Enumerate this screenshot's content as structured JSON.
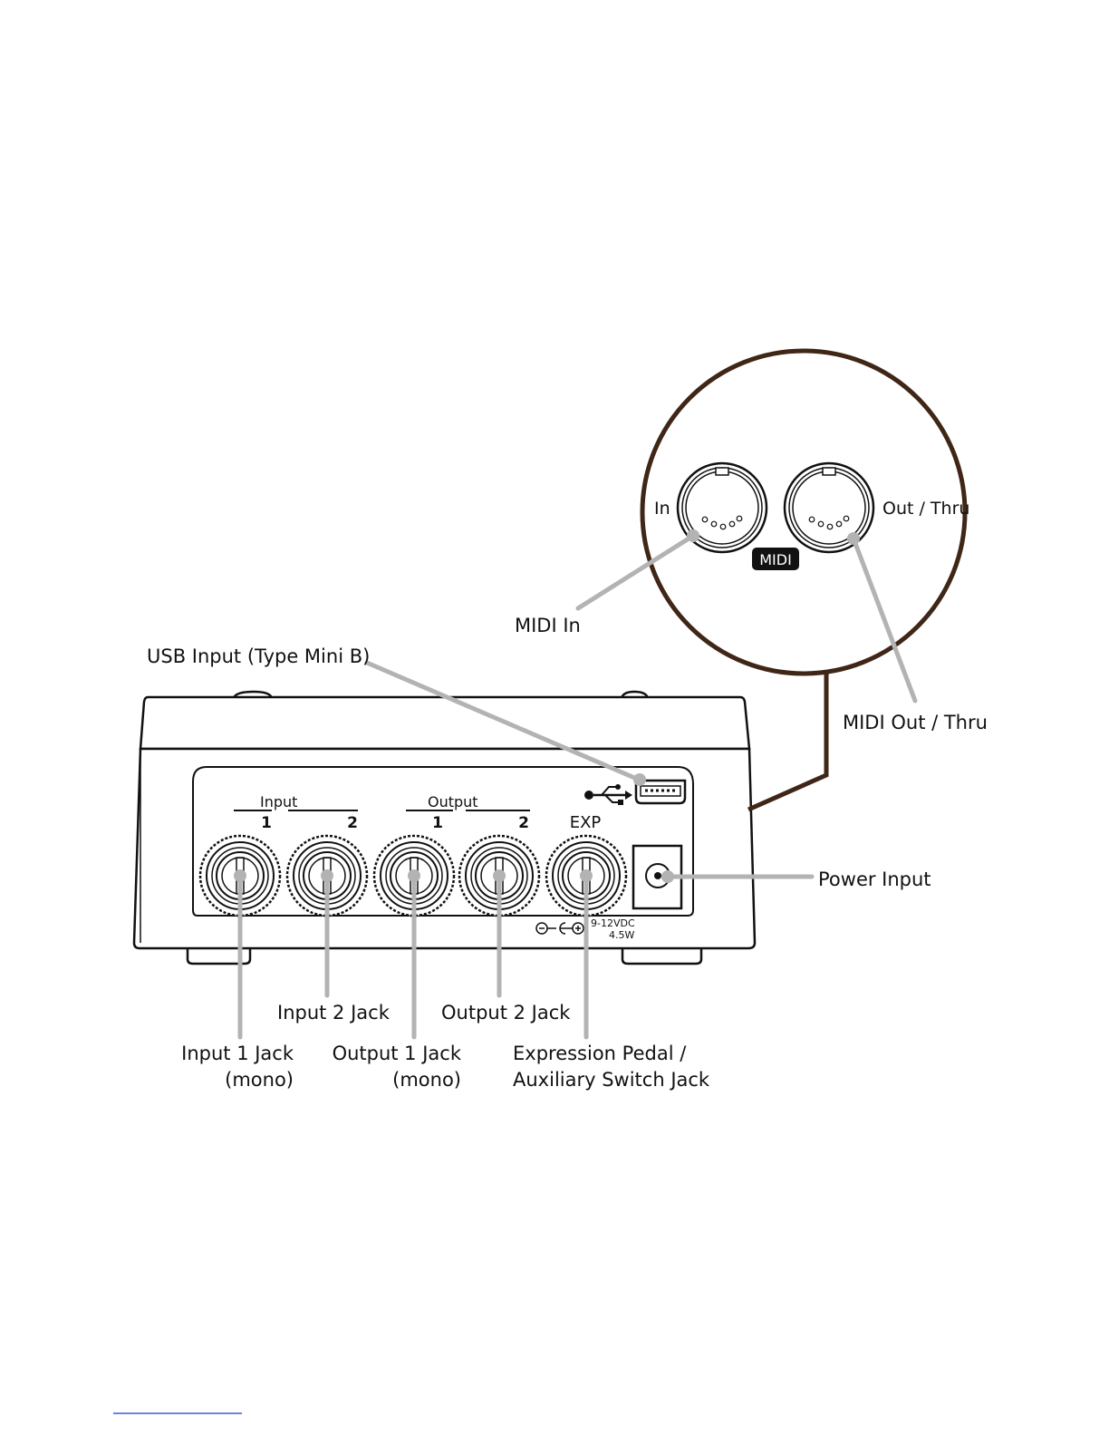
{
  "panel": {
    "input_header": "Input",
    "output_header": "Output",
    "ch1": "1",
    "ch2": "2",
    "exp": "EXP",
    "power_spec_line1": "9-12VDC",
    "power_spec_line2": "4.5W"
  },
  "midi_inset": {
    "in_label": "In",
    "out_label": "Out / Thru",
    "badge": "MIDI"
  },
  "callouts": {
    "midi_in": "MIDI In",
    "midi_out": "MIDI Out / Thru",
    "usb": "USB Input (Type Mini B)",
    "power": "Power Input",
    "input1_line1": "Input 1 Jack",
    "input1_line2": "(mono)",
    "input2": "Input 2 Jack",
    "output1_line1": "Output 1 Jack",
    "output1_line2": "(mono)",
    "output2": "Output 2 Jack",
    "exp_line1": "Expression Pedal /",
    "exp_line2": "Auxiliary Switch Jack"
  },
  "colors": {
    "leader": "#b3b3b3",
    "inset_ring": "#3f2616",
    "outline": "#111111"
  },
  "icons": [
    "usb-icon",
    "dc-polarity-icon",
    "midi-din-connector-icon",
    "quarter-inch-jack-icon"
  ]
}
